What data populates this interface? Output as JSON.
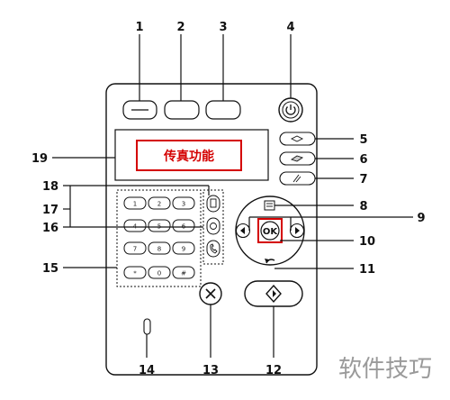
{
  "callouts": {
    "n1": "1",
    "n2": "2",
    "n3": "3",
    "n4": "4",
    "n5": "5",
    "n6": "6",
    "n7": "7",
    "n8": "8",
    "n9": "9",
    "n10": "10",
    "n11": "11",
    "n12": "12",
    "n13": "13",
    "n14": "14",
    "n15": "15",
    "n16": "16",
    "n17": "17",
    "n18": "18",
    "n19": "19"
  },
  "display": {
    "text": "传真功能"
  },
  "keypad": {
    "k1": "1",
    "k2": "2",
    "k3": "3",
    "k4": "4",
    "k5": "5",
    "k6": "6",
    "k7": "7",
    "k8": "8",
    "k9": "9",
    "kstar": "*",
    "k0": "0",
    "khash": "#"
  },
  "nav": {
    "ok": "OK"
  },
  "watermark": {
    "text": "软件技巧"
  },
  "colors": {
    "highlight": "#d40000",
    "line": "#111111"
  }
}
